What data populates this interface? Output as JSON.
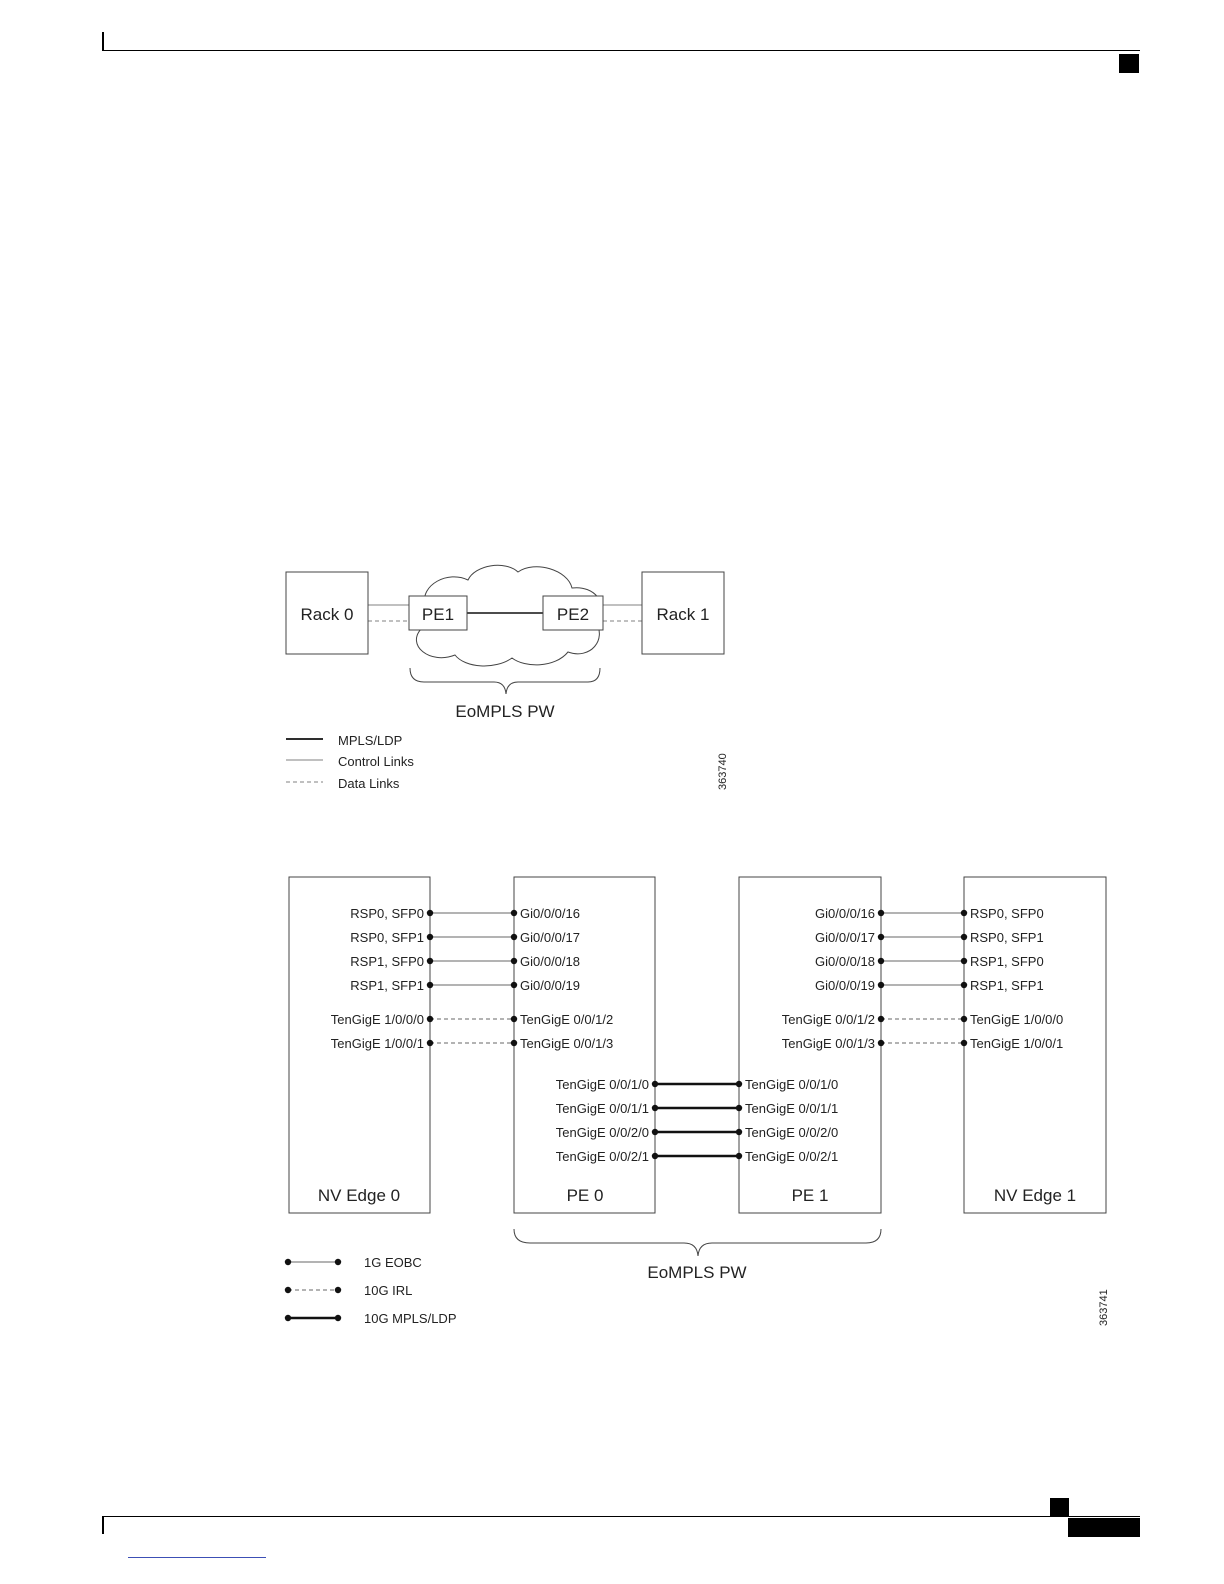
{
  "fig1": {
    "rack0": "Rack 0",
    "rack1": "Rack 1",
    "pe1": "PE1",
    "pe2": "PE2",
    "eompls": "EoMPLS PW",
    "legend": {
      "mpls": "MPLS/LDP",
      "control": "Control Links",
      "data": "Data Links"
    },
    "figure_id": "363740"
  },
  "fig2": {
    "nv_edge0": "NV Edge 0",
    "pe0": "PE 0",
    "pe1": "PE 1",
    "nv_edge1": "NV Edge 1",
    "eompls": "EoMPLS PW",
    "edge0_ports": [
      "RSP0, SFP0",
      "RSP0, SFP1",
      "RSP1, SFP0",
      "RSP1, SFP1",
      "TenGigE 1/0/0/0",
      "TenGigE 1/0/0/1"
    ],
    "pe0_left_ports": [
      "Gi0/0/0/16",
      "Gi0/0/0/17",
      "Gi0/0/0/18",
      "Gi0/0/0/19",
      "TenGigE 0/0/1/2",
      "TenGigE 0/0/1/3"
    ],
    "pe0_right_ports": [
      "TenGigE 0/0/1/0",
      "TenGigE 0/0/1/1",
      "TenGigE 0/0/2/0",
      "TenGigE 0/0/2/1"
    ],
    "pe1_left_ports": [
      "TenGigE 0/0/1/0",
      "TenGigE 0/0/1/1",
      "TenGigE 0/0/2/0",
      "TenGigE 0/0/2/1"
    ],
    "pe1_right_ports": [
      "Gi0/0/0/16",
      "Gi0/0/0/17",
      "Gi0/0/0/18",
      "Gi0/0/0/19",
      "TenGigE 0/0/1/2",
      "TenGigE 0/0/1/3"
    ],
    "edge1_ports": [
      "RSP0, SFP0",
      "RSP0, SFP1",
      "RSP1, SFP0",
      "RSP1, SFP1",
      "TenGigE 1/0/0/0",
      "TenGigE 1/0/0/1"
    ],
    "legend": {
      "eobc": "1G EOBC",
      "irl": "10G IRL",
      "mpls": "10G MPLS/LDP"
    },
    "figure_id": "363741"
  }
}
